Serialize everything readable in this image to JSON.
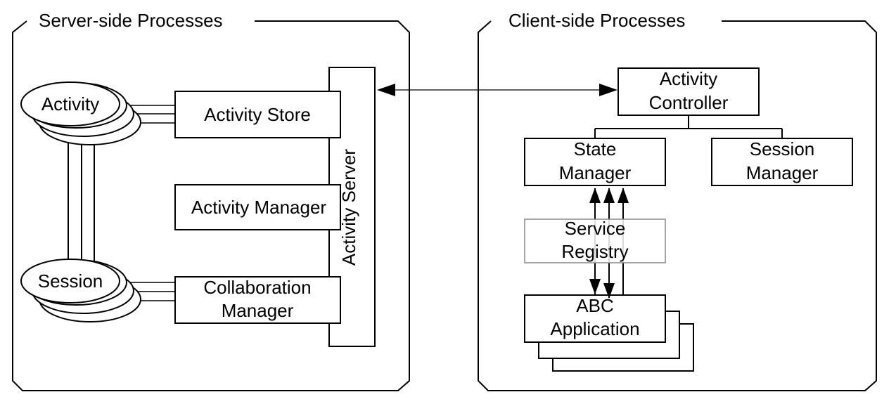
{
  "server": {
    "title": "Server-side Processes",
    "activity_store": "Activity Store",
    "activity_manager": "Activity Manager",
    "collaboration_manager": [
      "Collaboration",
      "Manager"
    ],
    "activity_server": "Activity Server",
    "activity_node": "Activity",
    "session_node": "Session"
  },
  "client": {
    "title": "Client-side Processes",
    "activity_controller": [
      "Activity",
      "Controller"
    ],
    "state_manager": [
      "State",
      "Manager"
    ],
    "session_manager": [
      "Session",
      "Manager"
    ],
    "service_registry": [
      "Service",
      "Registry"
    ],
    "abc_application": [
      "ABC",
      "Application"
    ]
  }
}
